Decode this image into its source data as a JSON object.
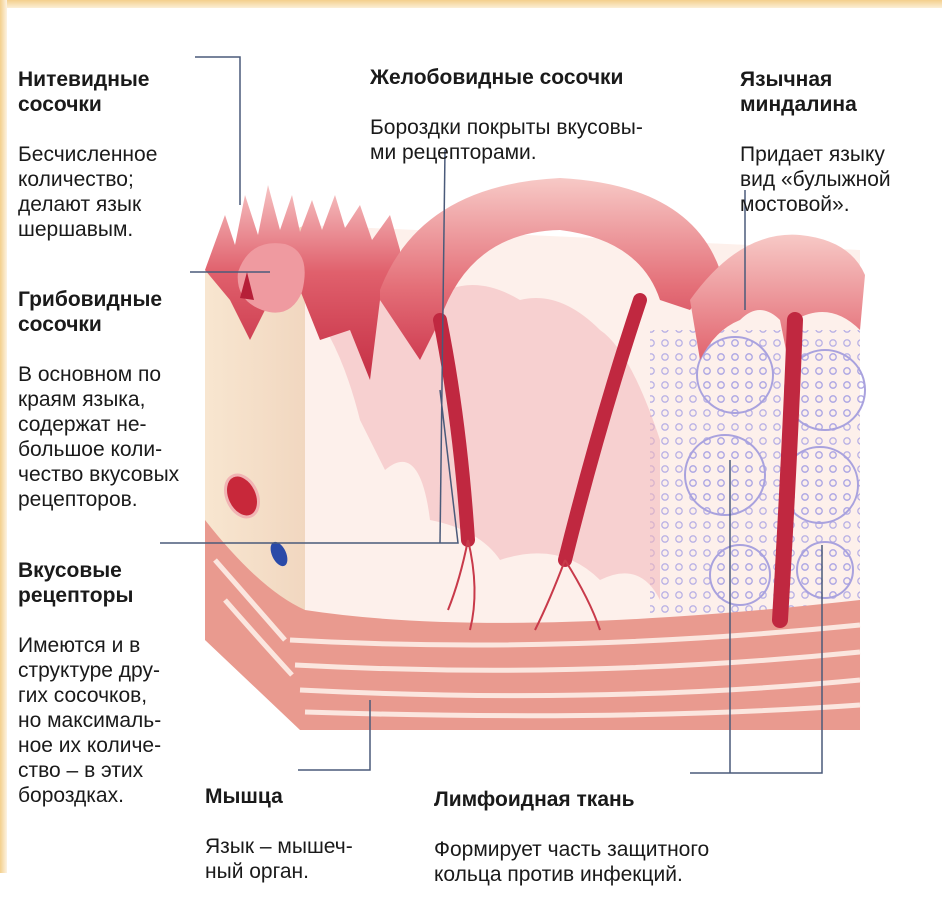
{
  "labels": {
    "filiform": {
      "title": "Нитевидные\nсосочки",
      "desc": "Бесчисленное\nколичество;\nделают язык\nшершавым."
    },
    "fungiform": {
      "title": "Грибовидные\nсосочки",
      "desc": "В основном по\nкраям языка,\nсодержат не-\nбольшое коли-\nчество вкусовых\nрецепторов."
    },
    "taste_receptors": {
      "title": "Вкусовые\nрецепторы",
      "desc": "Имеются и в\nструктуре дру-\nгих сосочков,\nно максималь-\nное их количе-\nство – в этих\nбороздках."
    },
    "vallate": {
      "title": "Желобовидные сосочки",
      "desc": "Бороздки покрыты вкусовы-\nми рецепторами."
    },
    "lingual_tonsil": {
      "title": "Язычная\nминдалина",
      "desc": "Придает языку\nвид «булыжной\nмостовой»."
    },
    "muscle": {
      "title": "Мышца",
      "desc": "Язык – мышеч-\nный орган."
    },
    "lymphoid": {
      "title": "Лимфоидная ткань",
      "desc": "Формирует часть защитного\nкольца против инфекций."
    }
  },
  "colors": {
    "mucosa": "#d9475a",
    "mucosa_light": "#f2aeb3",
    "tissue": "#fbe9e2",
    "side_face": "#f7e2cf",
    "muscle": "#e89488",
    "lymph": "#c9c6ee",
    "vein": "#2a4aa8",
    "artery": "#c8283a",
    "leader": "#4a5a7a"
  }
}
